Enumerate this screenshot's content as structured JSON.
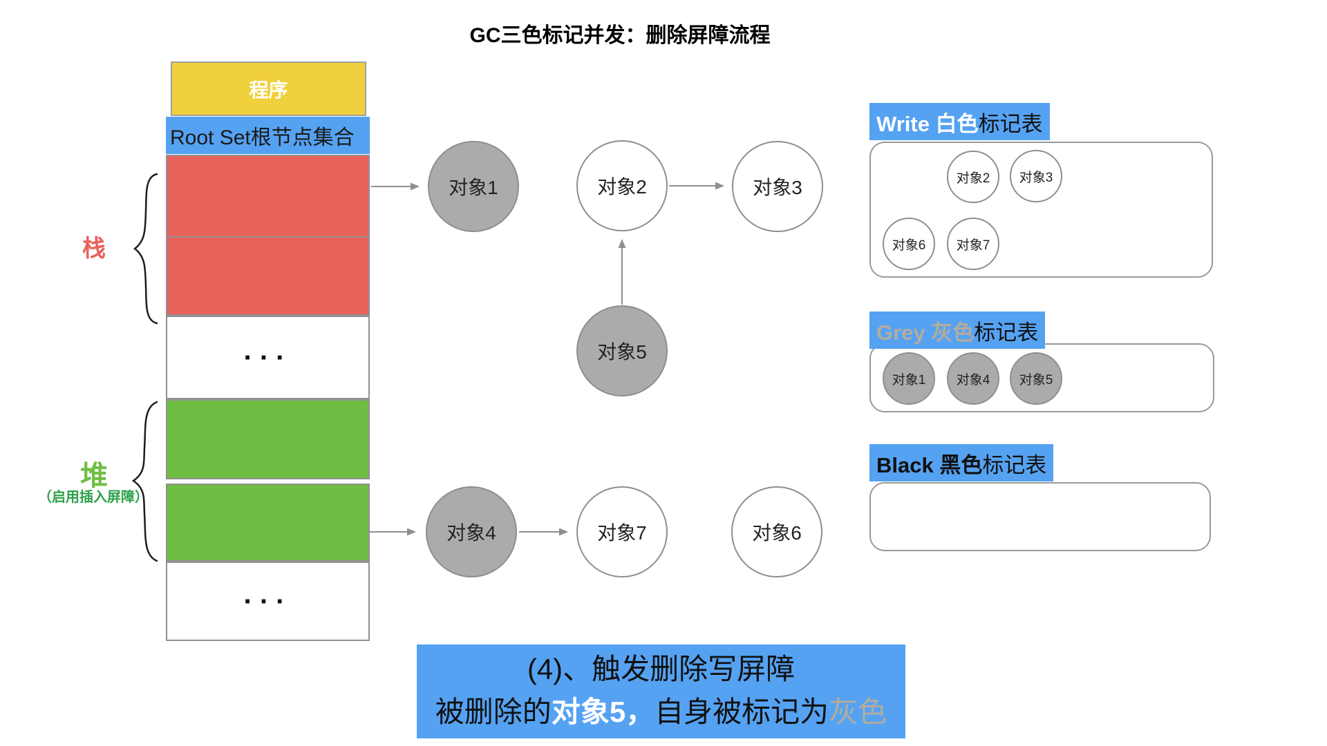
{
  "title": "GC三色标记并发：删除屏障流程",
  "memory": {
    "program_label": "程序",
    "root_set_label": "Root Set根节点集合",
    "stack_label": "栈",
    "heap_label": "堆",
    "heap_sublabel": "（启用插入屏障）",
    "ellipsis": "···"
  },
  "objects": [
    {
      "label": "对象1",
      "fill": "grey"
    },
    {
      "label": "对象2",
      "fill": "white"
    },
    {
      "label": "对象3",
      "fill": "white"
    },
    {
      "label": "对象5",
      "fill": "grey"
    },
    {
      "label": "对象4",
      "fill": "grey"
    },
    {
      "label": "对象7",
      "fill": "white"
    },
    {
      "label": "对象6",
      "fill": "white"
    }
  ],
  "tables": [
    {
      "title_bold": "Write 白色",
      "title_rest": "标记表",
      "items": [
        "对象2",
        "对象3",
        "对象6",
        "对象7"
      ]
    },
    {
      "title_bold": "Grey 灰色",
      "title_rest": "标记表",
      "items": [
        "对象1",
        "对象4",
        "对象5"
      ]
    },
    {
      "title_bold": "Black 黑色",
      "title_rest": "标记表",
      "items": []
    }
  ],
  "caption": {
    "line1": "(4)、触发删除写屏障",
    "line2_prefix": "被删除的",
    "line2_object": "对象5，",
    "line2_middle": "自身被标记为",
    "line2_color_word": "灰色"
  },
  "colors": {
    "blue": "#55a2f2",
    "yellow": "#f0d03c",
    "red": "#e8625c",
    "green": "#6fbe44",
    "grey_object_fill": "#ababab",
    "muted_grey_text": "#b3ac9f",
    "border_grey": "#909090"
  }
}
